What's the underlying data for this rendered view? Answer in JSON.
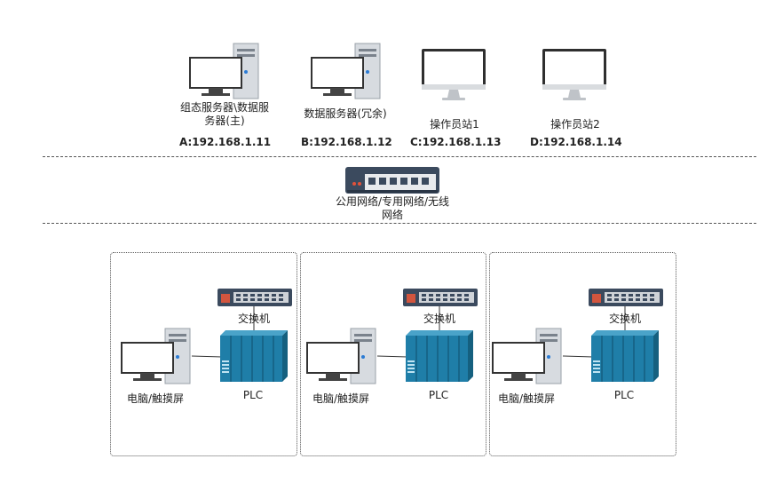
{
  "servers": [
    {
      "label": "组态服务器\\数据服务器(主)",
      "label_line1": "组态服务器\\数据服",
      "label_line2": "务器(主)",
      "ip": "A:192.168.1.11"
    },
    {
      "label": "数据服务器(冗余)",
      "ip": "B:192.168.1.12"
    }
  ],
  "operators": [
    {
      "label": "操作员站1",
      "ip": "C:192.168.1.13"
    },
    {
      "label": "操作员站2",
      "ip": "D:192.168.1.14"
    }
  ],
  "network": {
    "label_line1": "公用网络/专用网络/无线",
    "label_line2": "网络"
  },
  "zones": [
    {
      "switch_label": "交换机",
      "plc_label": "PLC",
      "pc_label": "电脑/触摸屏"
    },
    {
      "switch_label": "交换机",
      "plc_label": "PLC",
      "pc_label": "电脑/触摸屏"
    },
    {
      "switch_label": "交换机",
      "plc_label": "PLC",
      "pc_label": "电脑/触摸屏"
    }
  ],
  "colors": {
    "switch_body": "#3b4a5e",
    "plc_body": "#1f7ea8",
    "tower": "#d7dbe0",
    "dashed_line": "#555555"
  }
}
